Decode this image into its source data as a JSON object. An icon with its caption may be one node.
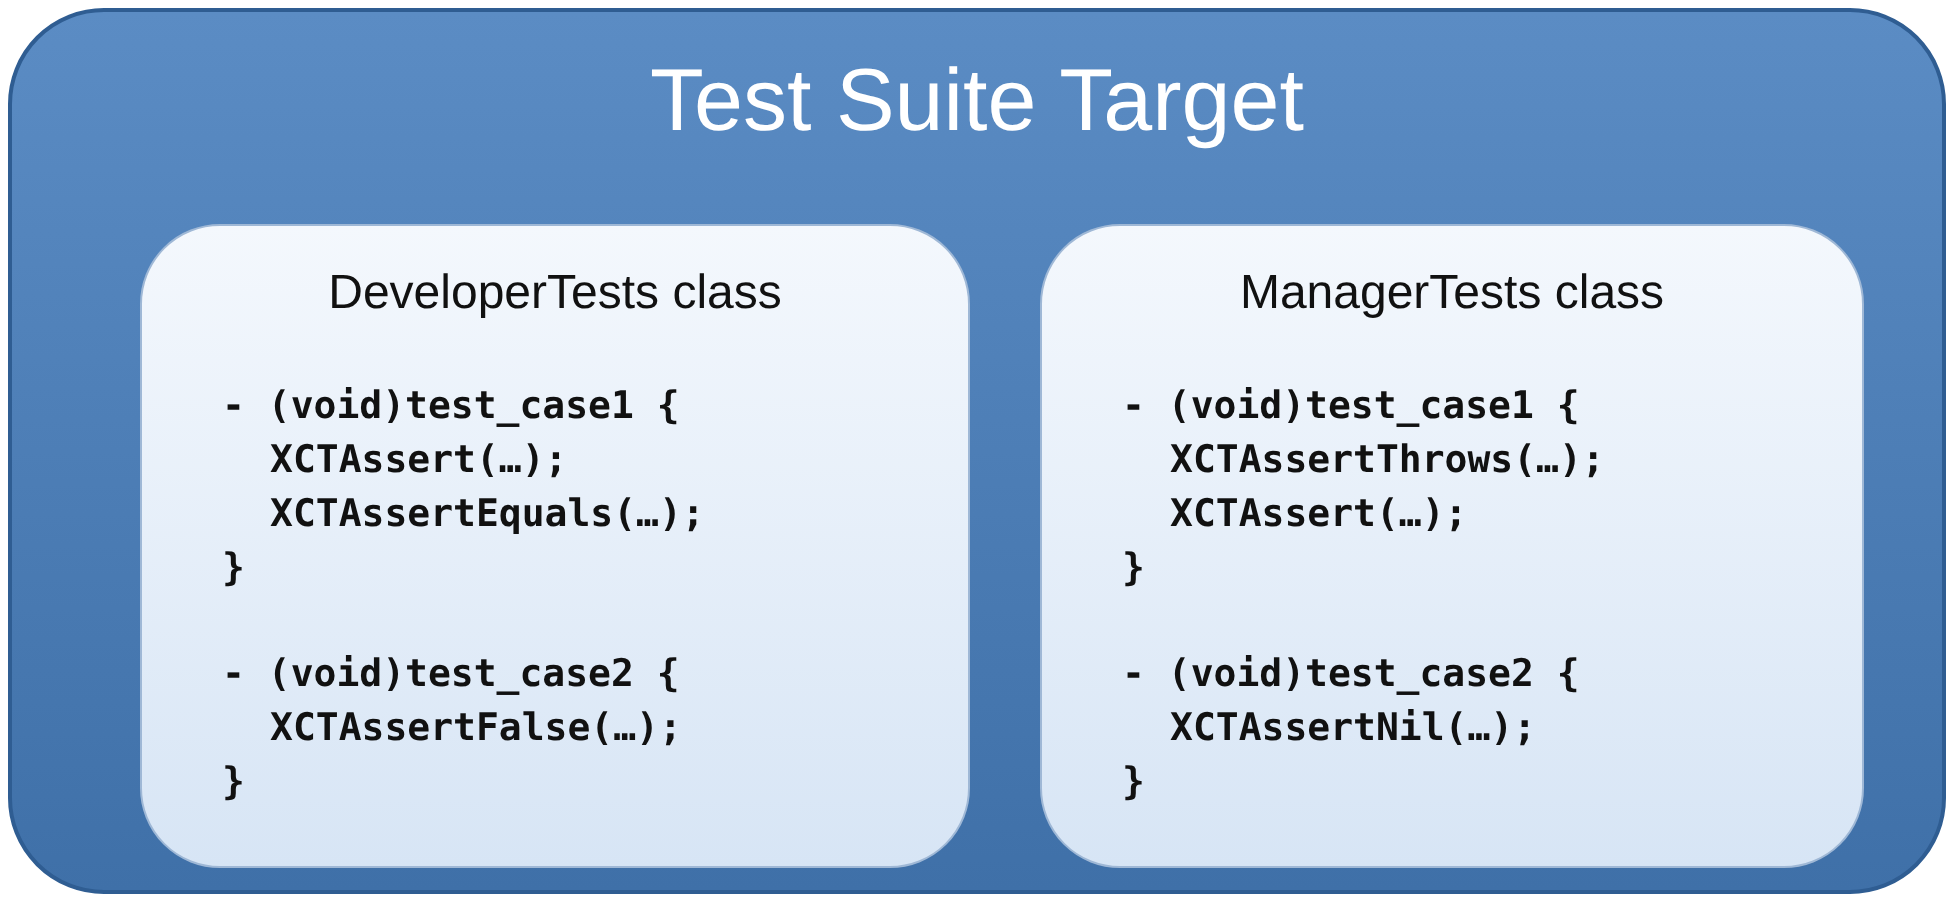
{
  "diagram": {
    "nodes": [
      {
        "text": [
          "Test Suite Target"
        ]
      },
      {
        "text": [
          "DeveloperTests class",
          "- (void)test_case1 {",
          "XCTAssert(…);",
          "XCTAssertEquals(…);",
          "}",
          "- (void)test_case2 {",
          "XCTAssertFalse(…);",
          "}"
        ],
        "in": 0
      },
      {
        "text": [
          "ManagerTests class",
          "- (void)test_case1 {",
          "XCTAssertThrows(…);",
          "XCTAssert(…);",
          "}",
          "- (void)test_case2 {",
          "XCTAssertNil(…);",
          "}"
        ],
        "in": 0
      }
    ]
  }
}
